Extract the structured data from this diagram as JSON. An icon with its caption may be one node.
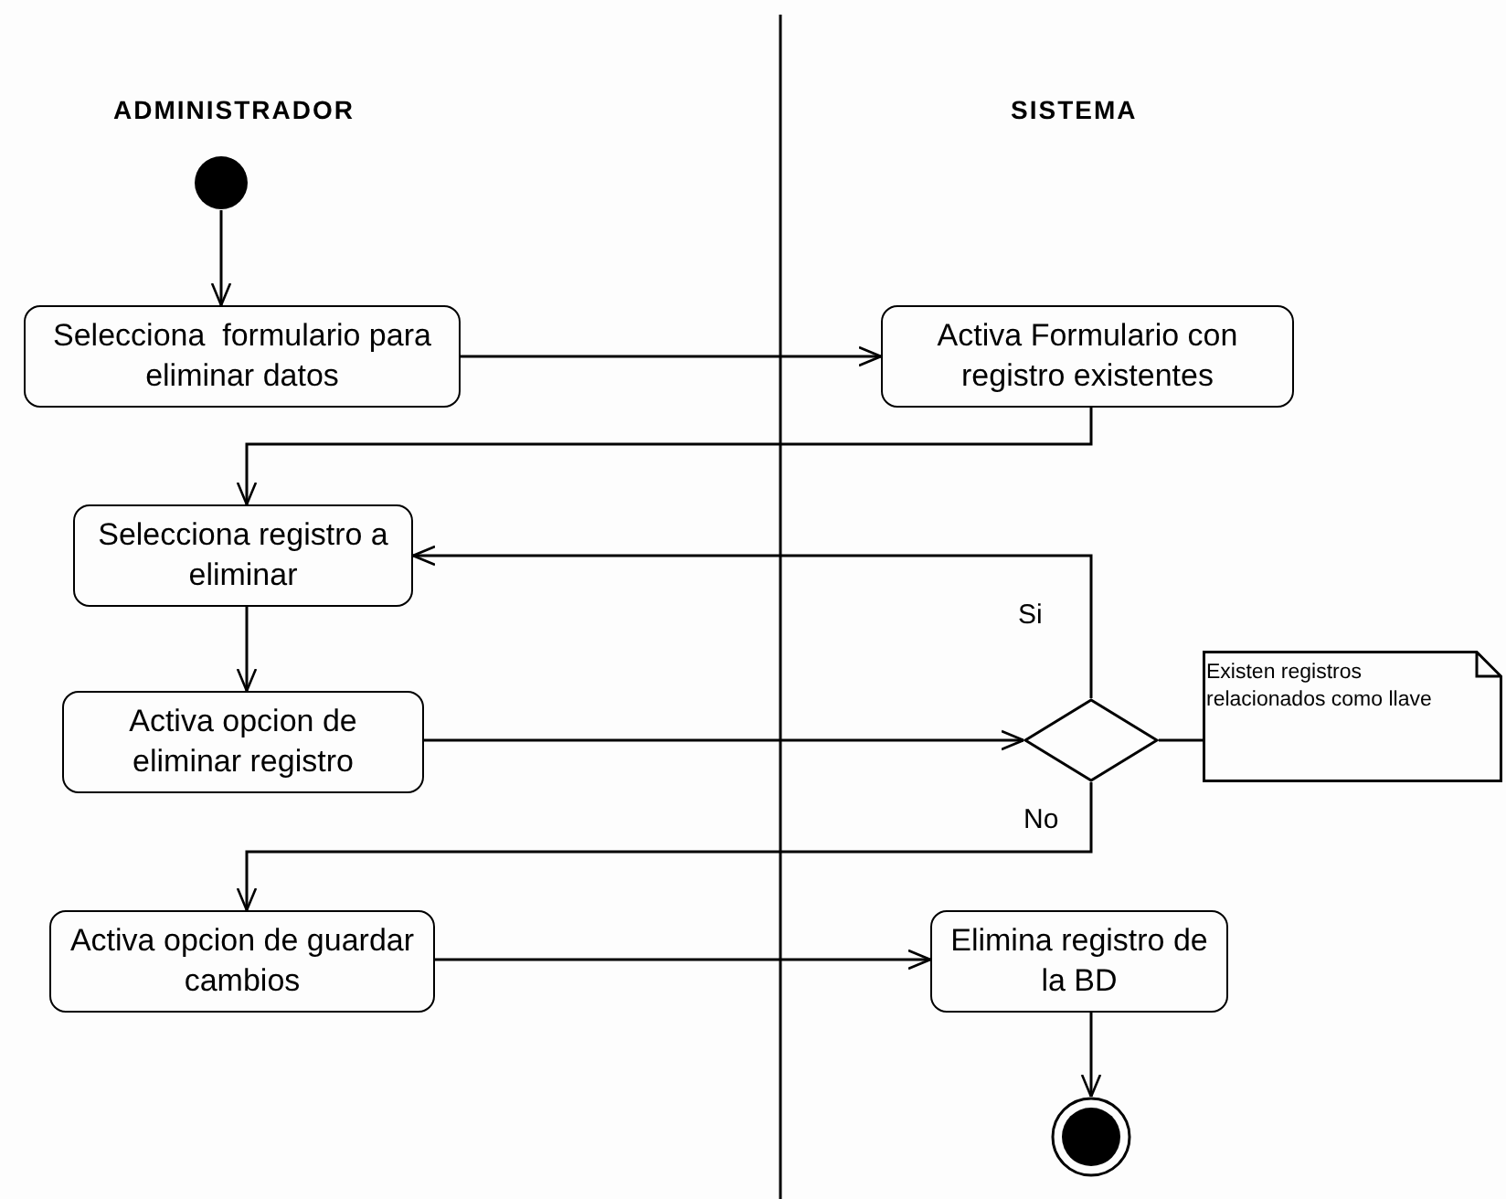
{
  "diagram": {
    "nodes": [
      {
        "text": [],
        "shape": "circle"
      },
      {
        "text": [
          "Selecciona  formulario para eliminar datos"
        ]
      },
      {
        "text": [
          "Activa Formulario con registro existentes"
        ]
      },
      {
        "text": [
          "Selecciona registro a eliminar"
        ]
      },
      {
        "text": [
          "Activa opcion de eliminar registro"
        ]
      },
      {
        "text": [],
        "shape": "diamond"
      },
      {
        "text": [
          "Existen registros relacionados como llave"
        ]
      },
      {
        "text": [
          "Activa opcion de guardar cambios"
        ]
      },
      {
        "text": [
          "Elimina registro de la BD"
        ]
      },
      {
        "text": [],
        "shape": "circle"
      }
    ],
    "edges": [
      {
        "from": 0,
        "to": 1,
        "arrow": "to"
      },
      {
        "from": 1,
        "to": 2,
        "arrow": "to"
      },
      {
        "from": 2,
        "to": 3,
        "arrow": "to"
      },
      {
        "from": 3,
        "to": 4,
        "arrow": "to"
      },
      {
        "from": 4,
        "to": 5,
        "arrow": "to"
      },
      {
        "from": 5,
        "to": 3,
        "arrow": "to",
        "label": "Si"
      },
      {
        "from": 5,
        "to": 7,
        "arrow": "to",
        "label": "No"
      },
      {
        "from": 7,
        "to": 8,
        "arrow": "to"
      },
      {
        "from": 8,
        "to": 9,
        "arrow": "to"
      },
      {
        "from": 5,
        "to": 6,
        "arrow": "none"
      }
    ],
    "labels": [
      "ADMINISTRADOR",
      "SISTEMA"
    ]
  }
}
